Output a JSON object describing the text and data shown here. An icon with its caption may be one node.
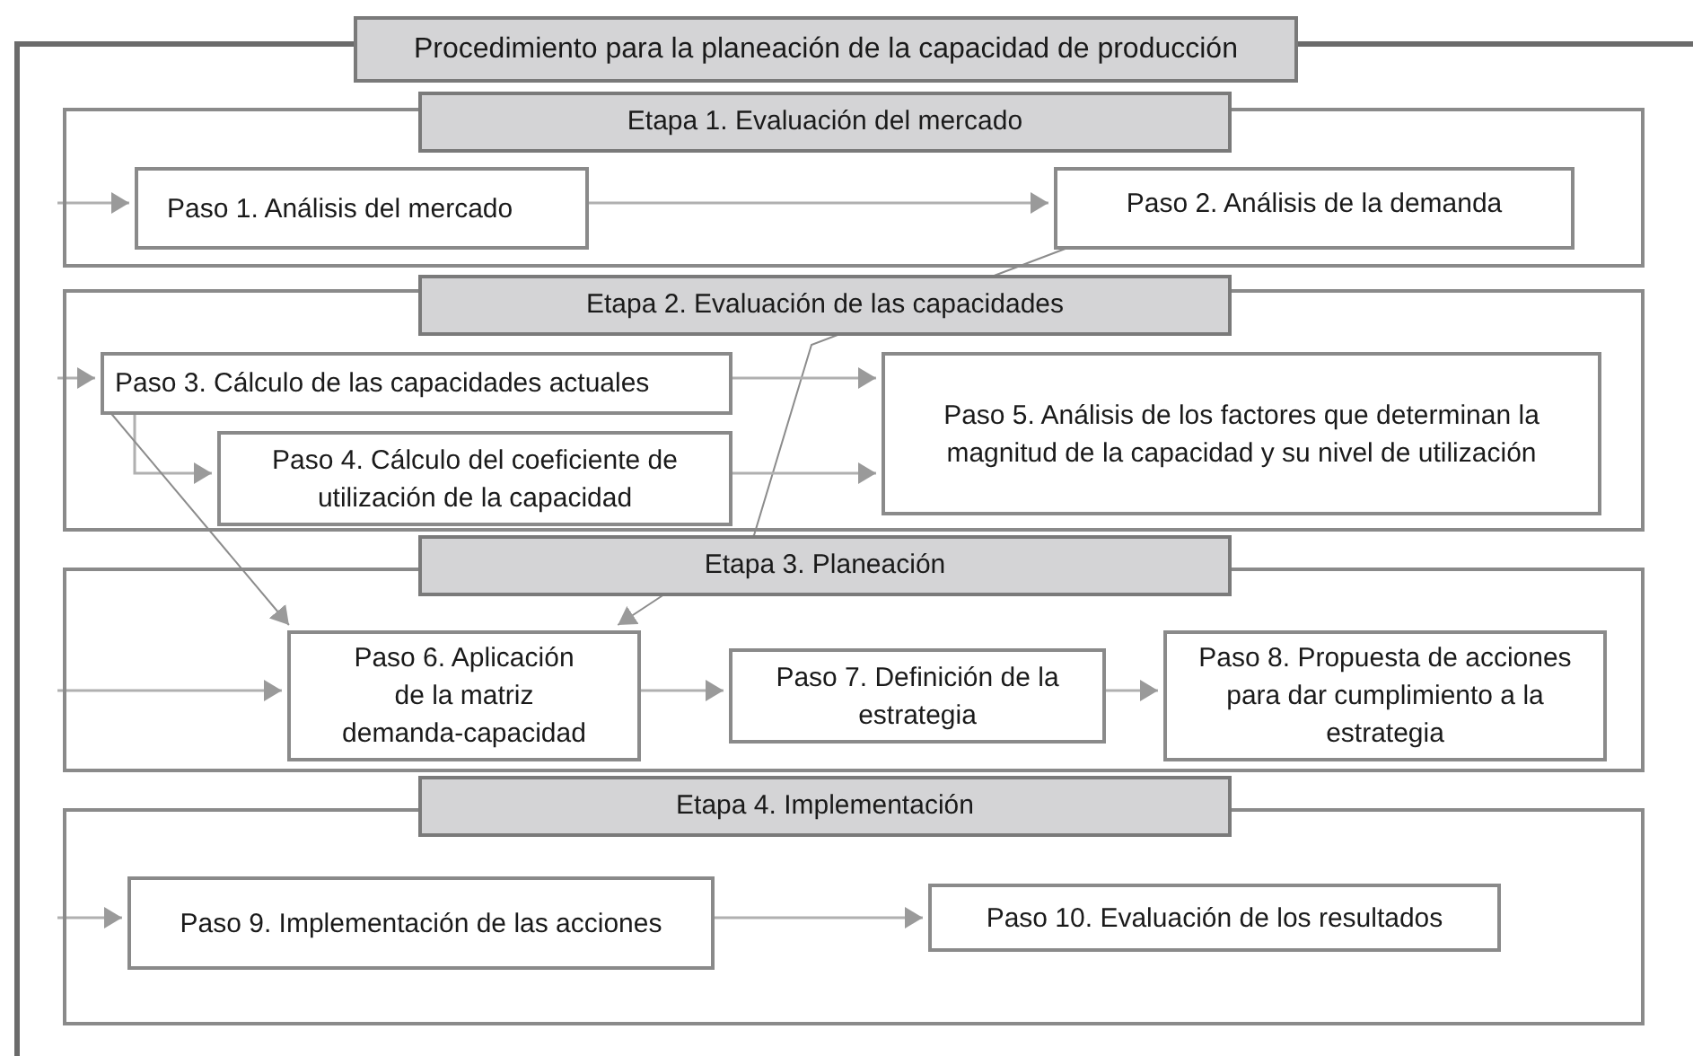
{
  "diagram": {
    "nodes": [
      {
        "text": [
          "Procedimiento para la planeación de la capacidad de producción"
        ]
      },
      {
        "text": [
          "Etapa 1. Evaluación del mercado"
        ],
        "in": 0
      },
      {
        "text": [
          "Paso 1. Análisis del mercado"
        ],
        "in": 1
      },
      {
        "text": [
          "Paso 2. Análisis de la demanda"
        ],
        "in": 1
      },
      {
        "text": [
          "Etapa 2. Evaluación de  las capacidades"
        ],
        "in": 0
      },
      {
        "text": [
          "Paso 3. Cálculo de las capacidades actuales"
        ],
        "in": 4
      },
      {
        "text": [
          "Paso 4. Cálculo del coeficiente de utilización de la capacidad"
        ],
        "in": 4
      },
      {
        "text": [
          "Paso 5. Análisis de los factores que determinan la magnitud de la capacidad y su nivel de utilización"
        ],
        "in": 4
      },
      {
        "text": [
          "Etapa 3. Planeación"
        ],
        "in": 0
      },
      {
        "text": [
          "Paso 6. Aplicación de la matriz demanda-capacidad"
        ],
        "in": 8
      },
      {
        "text": [
          "Paso 7. Definición de la estrategia"
        ],
        "in": 8
      },
      {
        "text": [
          "Paso 8. Propuesta de acciones para dar cumplimiento a la estrategia"
        ],
        "in": 8
      },
      {
        "text": [
          "Etapa 4. Implementación"
        ],
        "in": 0
      },
      {
        "text": [
          "Paso 9. Implementación de las acciones"
        ],
        "in": 12
      },
      {
        "text": [
          "Paso 10. Evaluación de los resultados"
        ],
        "in": 12
      }
    ],
    "edges": [
      {
        "from": 1,
        "to": 2,
        "arrow": "to"
      },
      {
        "from": 2,
        "to": 3,
        "arrow": "to"
      },
      {
        "from": 3,
        "to": 9,
        "arrow": "to"
      },
      {
        "from": 4,
        "to": 5,
        "arrow": "to"
      },
      {
        "from": 5,
        "to": 6,
        "arrow": "to"
      },
      {
        "from": 5,
        "to": 7,
        "arrow": "to"
      },
      {
        "from": 6,
        "to": 7,
        "arrow": "to"
      },
      {
        "from": 5,
        "to": 9,
        "arrow": "to"
      },
      {
        "from": 8,
        "to": 9,
        "arrow": "to"
      },
      {
        "from": 9,
        "to": 10,
        "arrow": "to"
      },
      {
        "from": 10,
        "to": 11,
        "arrow": "to"
      },
      {
        "from": 12,
        "to": 13,
        "arrow": "to"
      },
      {
        "from": 13,
        "to": 14,
        "arrow": "to"
      }
    ]
  }
}
